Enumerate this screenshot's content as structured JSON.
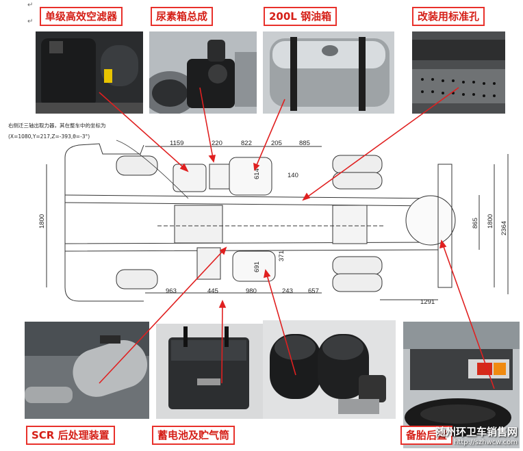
{
  "labels": {
    "air_filter": "单级高效空滤器",
    "urea_tank": "尿素箱总成",
    "fuel_tank": "200L 钢油箱",
    "std_holes": "改装用标准孔",
    "scr": "SCR 后处理装置",
    "battery": "蓄电池及贮气筒",
    "spare_tire": "备胎后置"
  },
  "note": {
    "line1": "右侧迁三轴出取力器，其在整车中的坐标为",
    "line2": "(X=1080,Y=217,Z=-393,θ=-3°)"
  },
  "dimensions": {
    "top": [
      "1159",
      "220",
      "822",
      "205",
      "885"
    ],
    "bottom": [
      "963",
      "445",
      "980",
      "243",
      "657",
      "1291"
    ],
    "left": "1800",
    "right_inner": "865",
    "right_mid": "1800",
    "right_outer": "2364",
    "d140": "140",
    "d691": "691",
    "d371": "371",
    "d614": "614"
  },
  "watermark": {
    "name": "随州环卫车销售网",
    "url": "http://szhwcw.com"
  },
  "colors": {
    "label_border": "#e8302a",
    "label_text": "#d51f17",
    "arrow": "#e02020"
  }
}
